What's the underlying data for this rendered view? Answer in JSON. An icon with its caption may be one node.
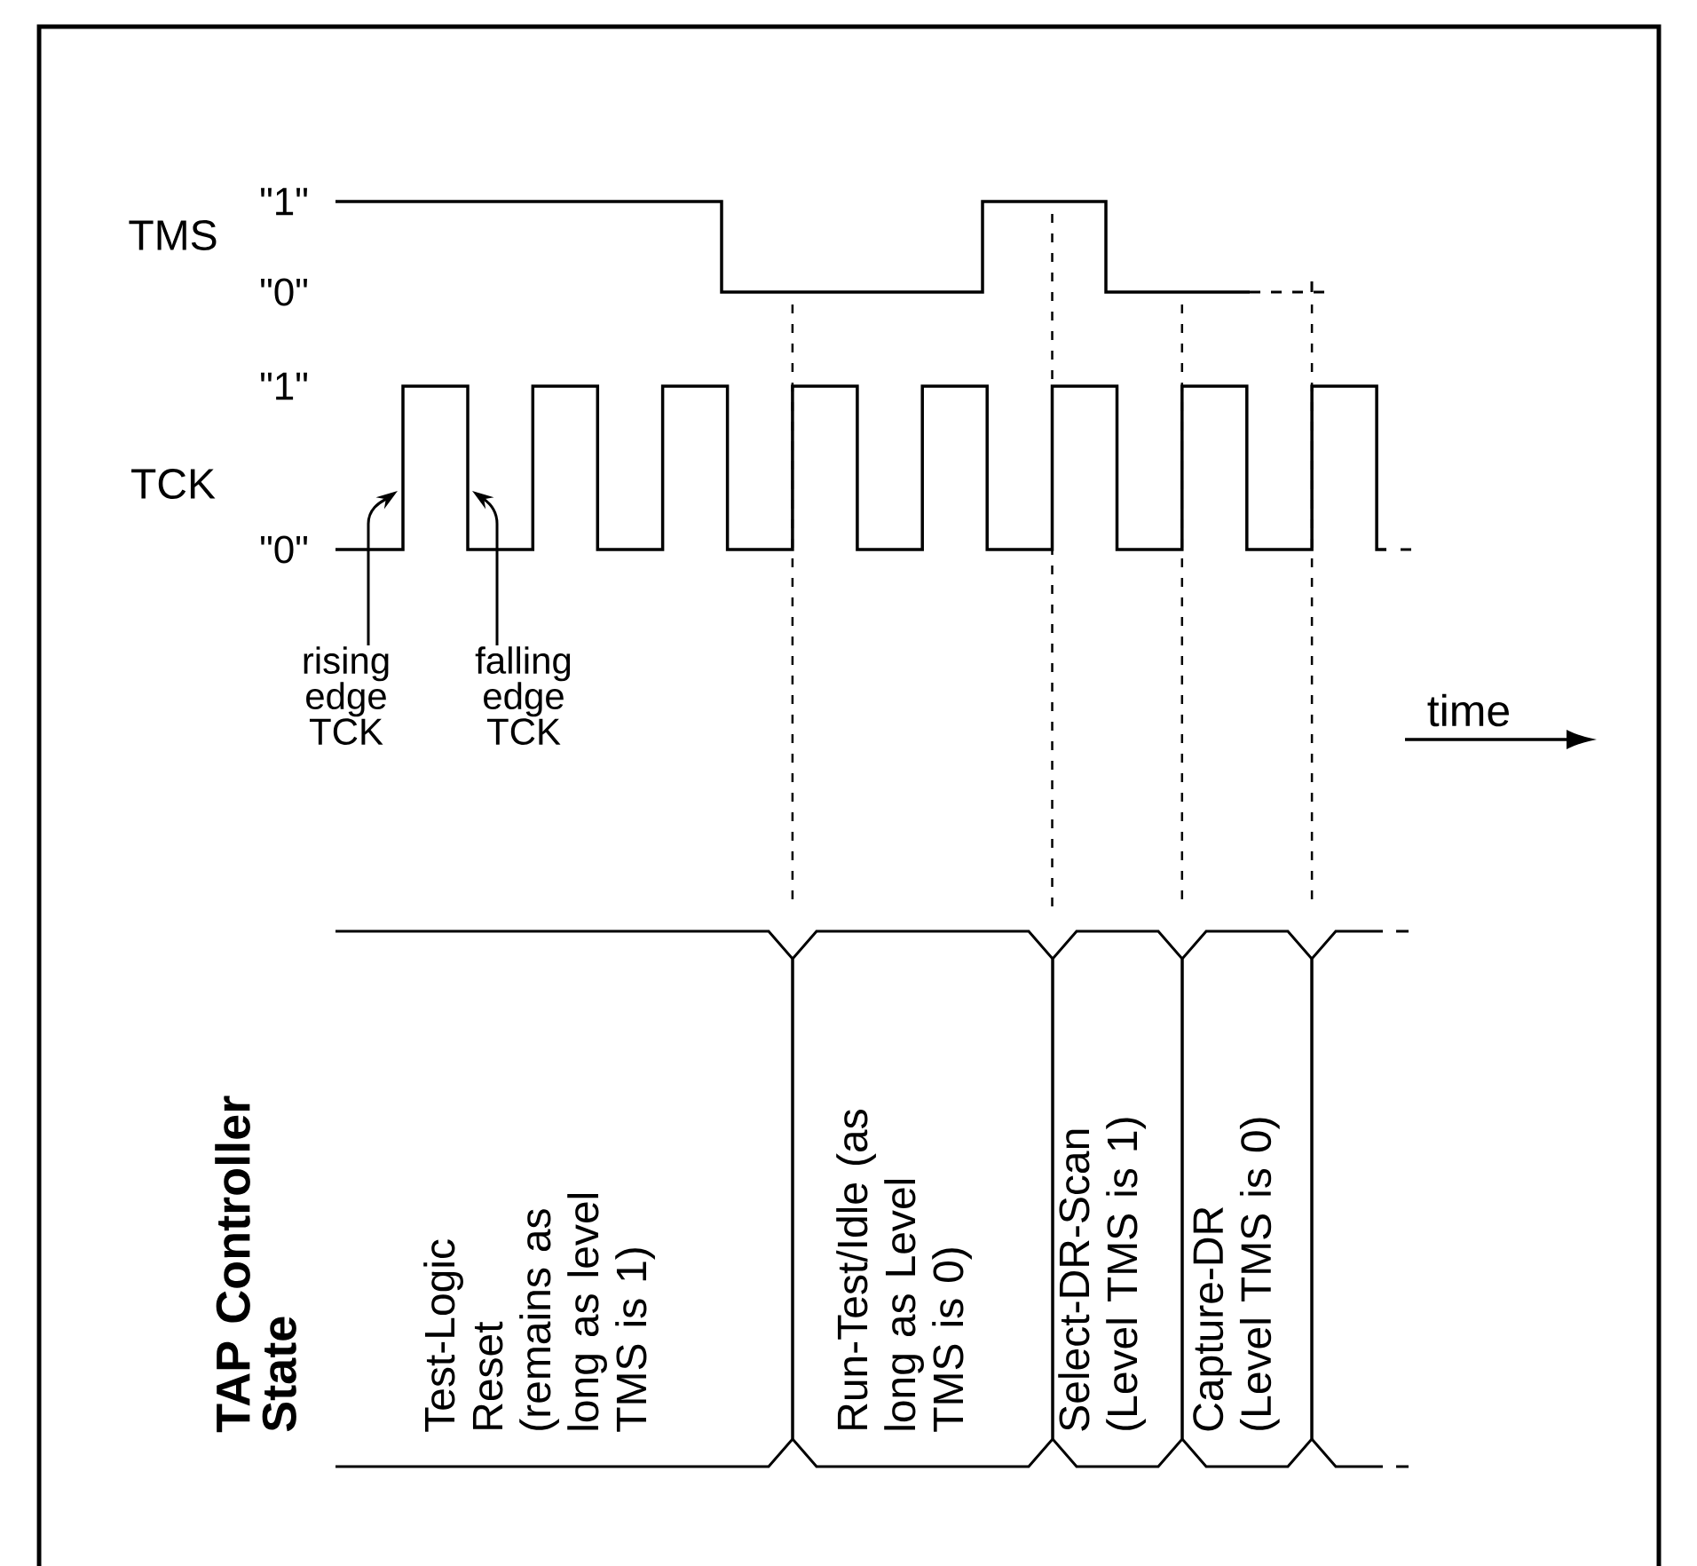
{
  "diagram": {
    "nodes": [
      {
        "text": [
          "Test-Logic Reset (remains as long as level TMS is 1)"
        ]
      },
      {
        "text": [
          "Run-Test/Idle (as long as Level TMS is 0)"
        ]
      },
      {
        "text": [
          "Select-DR-Scan (Level TMS is 1)"
        ]
      },
      {
        "text": [
          "Capture-DR (Level TMS is 0)"
        ]
      },
      {
        "text": [],
        "shape": "box"
      },
      {
        "text": [
          "rising edge TCK"
        ]
      },
      {
        "text": [
          "falling edge TCK"
        ]
      }
    ],
    "edges": [
      {
        "from": 5,
        "to": null,
        "arrow": "to"
      },
      {
        "from": 6,
        "to": null,
        "arrow": "to"
      }
    ],
    "labels": [
      "\"1\"",
      "TMS",
      "\"0\"",
      "\"1\"",
      "TCK",
      "\"0\"",
      "time",
      "TAP Controller State"
    ]
  }
}
